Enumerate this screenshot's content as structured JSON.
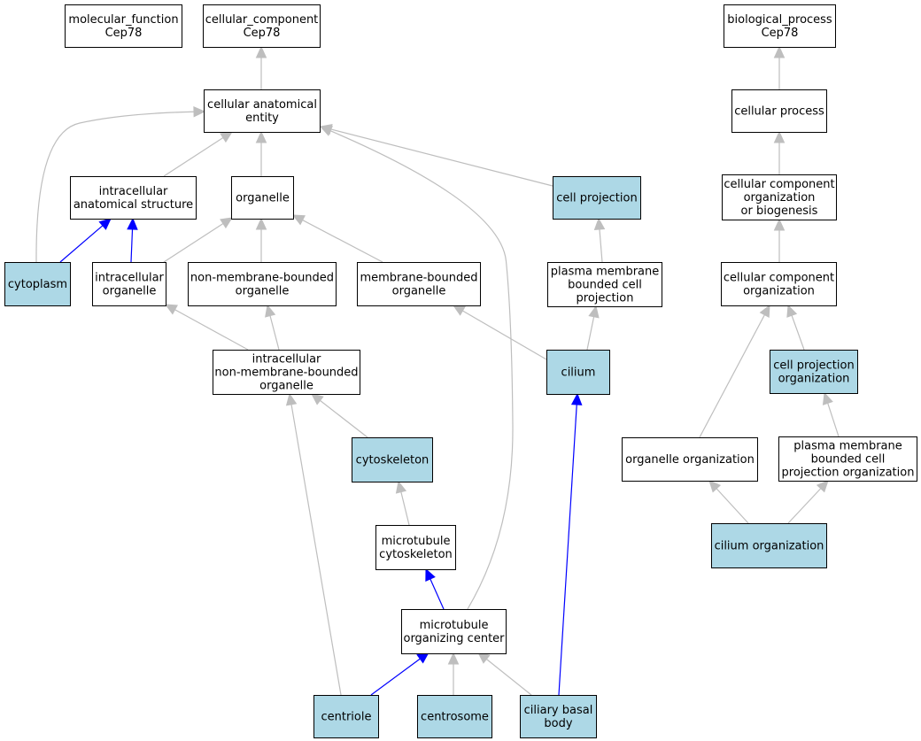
{
  "colors": {
    "annotated_fill": "#add8e6",
    "plain_fill": "#ffffff",
    "edge_gray": "#bebebe",
    "edge_blue": "#0000ff"
  },
  "nodes": [
    {
      "id": "mf_root",
      "lines": [
        "molecular_function",
        "Cep78"
      ],
      "annotated": false
    },
    {
      "id": "cc_root",
      "lines": [
        "cellular_component",
        "Cep78"
      ],
      "annotated": false
    },
    {
      "id": "bp_root",
      "lines": [
        "biological_process",
        "Cep78"
      ],
      "annotated": false
    },
    {
      "id": "cell_anat",
      "lines": [
        "cellular anatomical",
        "entity"
      ],
      "annotated": false
    },
    {
      "id": "cell_process",
      "lines": [
        "cellular process"
      ],
      "annotated": false
    },
    {
      "id": "intra_anat",
      "lines": [
        "intracellular",
        "anatomical structure"
      ],
      "annotated": false
    },
    {
      "id": "organelle",
      "lines": [
        "organelle"
      ],
      "annotated": false
    },
    {
      "id": "cell_proj",
      "lines": [
        "cell projection"
      ],
      "annotated": true
    },
    {
      "id": "ccob",
      "lines": [
        "cellular component",
        "organization",
        "or biogenesis"
      ],
      "annotated": false
    },
    {
      "id": "cytoplasm",
      "lines": [
        "cytoplasm"
      ],
      "annotated": true
    },
    {
      "id": "intra_org",
      "lines": [
        "intracellular",
        "organelle"
      ],
      "annotated": false
    },
    {
      "id": "nmb_org",
      "lines": [
        "non-membrane-bounded",
        "organelle"
      ],
      "annotated": false
    },
    {
      "id": "mb_org",
      "lines": [
        "membrane-bounded",
        "organelle"
      ],
      "annotated": false
    },
    {
      "id": "pm_proj",
      "lines": [
        "plasma membrane",
        "bounded cell",
        "projection"
      ],
      "annotated": false
    },
    {
      "id": "cc_org",
      "lines": [
        "cellular component",
        "organization"
      ],
      "annotated": false
    },
    {
      "id": "intra_nmb",
      "lines": [
        "intracellular",
        "non-membrane-bounded",
        "organelle"
      ],
      "annotated": false
    },
    {
      "id": "cilium",
      "lines": [
        "cilium"
      ],
      "annotated": true
    },
    {
      "id": "cp_org",
      "lines": [
        "cell projection",
        "organization"
      ],
      "annotated": true
    },
    {
      "id": "cytoskeleton",
      "lines": [
        "cytoskeleton"
      ],
      "annotated": true
    },
    {
      "id": "organelle_org",
      "lines": [
        "organelle organization"
      ],
      "annotated": false
    },
    {
      "id": "pm_proj_org",
      "lines": [
        "plasma membrane",
        "bounded cell",
        "projection organization"
      ],
      "annotated": false
    },
    {
      "id": "mt_cyto",
      "lines": [
        "microtubule",
        "cytoskeleton"
      ],
      "annotated": false
    },
    {
      "id": "cilium_org",
      "lines": [
        "cilium organization"
      ],
      "annotated": true
    },
    {
      "id": "mtoc",
      "lines": [
        "microtubule",
        "organizing center"
      ],
      "annotated": false
    },
    {
      "id": "centriole",
      "lines": [
        "centriole"
      ],
      "annotated": true
    },
    {
      "id": "centrosome",
      "lines": [
        "centrosome"
      ],
      "annotated": true
    },
    {
      "id": "basal_body",
      "lines": [
        "ciliary basal",
        "body"
      ],
      "annotated": true
    }
  ],
  "edges": [
    {
      "from": "cell_anat",
      "to": "cc_root",
      "color": "gray"
    },
    {
      "from": "intra_anat",
      "to": "cell_anat",
      "color": "gray"
    },
    {
      "from": "organelle",
      "to": "cell_anat",
      "color": "gray"
    },
    {
      "from": "cell_proj",
      "to": "cell_anat",
      "color": "gray"
    },
    {
      "from": "cytoplasm",
      "to": "cell_anat",
      "color": "gray"
    },
    {
      "from": "mtoc",
      "to": "cell_anat",
      "color": "gray"
    },
    {
      "from": "cytoplasm",
      "to": "intra_anat",
      "color": "blue"
    },
    {
      "from": "intra_org",
      "to": "intra_anat",
      "color": "blue"
    },
    {
      "from": "intra_org",
      "to": "organelle",
      "color": "gray"
    },
    {
      "from": "nmb_org",
      "to": "organelle",
      "color": "gray"
    },
    {
      "from": "mb_org",
      "to": "organelle",
      "color": "gray"
    },
    {
      "from": "intra_nmb",
      "to": "intra_org",
      "color": "gray"
    },
    {
      "from": "intra_nmb",
      "to": "nmb_org",
      "color": "gray"
    },
    {
      "from": "cilium",
      "to": "mb_org",
      "color": "gray"
    },
    {
      "from": "cilium",
      "to": "pm_proj",
      "color": "gray"
    },
    {
      "from": "pm_proj",
      "to": "cell_proj",
      "color": "gray"
    },
    {
      "from": "cytoskeleton",
      "to": "intra_nmb",
      "color": "gray"
    },
    {
      "from": "centriole",
      "to": "intra_nmb",
      "color": "gray"
    },
    {
      "from": "mt_cyto",
      "to": "cytoskeleton",
      "color": "gray"
    },
    {
      "from": "mtoc",
      "to": "mt_cyto",
      "color": "blue"
    },
    {
      "from": "centriole",
      "to": "mtoc",
      "color": "blue"
    },
    {
      "from": "centrosome",
      "to": "mtoc",
      "color": "gray"
    },
    {
      "from": "basal_body",
      "to": "mtoc",
      "color": "gray"
    },
    {
      "from": "basal_body",
      "to": "cilium",
      "color": "blue"
    },
    {
      "from": "cell_process",
      "to": "bp_root",
      "color": "gray"
    },
    {
      "from": "ccob",
      "to": "cell_process",
      "color": "gray"
    },
    {
      "from": "cc_org",
      "to": "ccob",
      "color": "gray"
    },
    {
      "from": "cp_org",
      "to": "cc_org",
      "color": "gray"
    },
    {
      "from": "organelle_org",
      "to": "cc_org",
      "color": "gray"
    },
    {
      "from": "pm_proj_org",
      "to": "cp_org",
      "color": "gray"
    },
    {
      "from": "cilium_org",
      "to": "organelle_org",
      "color": "gray"
    },
    {
      "from": "cilium_org",
      "to": "pm_proj_org",
      "color": "gray"
    }
  ]
}
